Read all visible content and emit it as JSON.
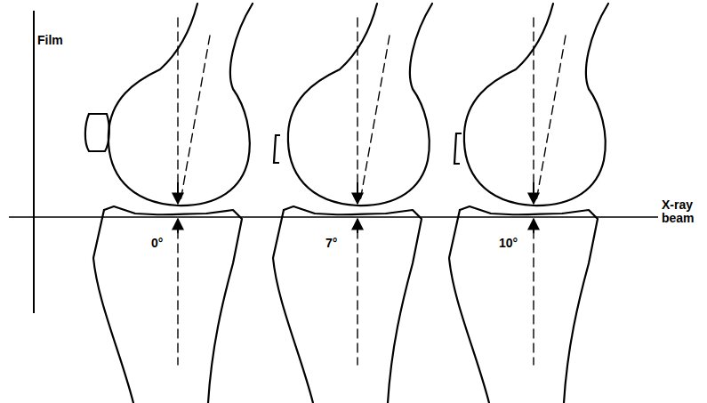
{
  "diagram": {
    "labels": [
      "Film",
      "X-ray beam",
      "0°",
      "7°",
      "10°"
    ]
  }
}
